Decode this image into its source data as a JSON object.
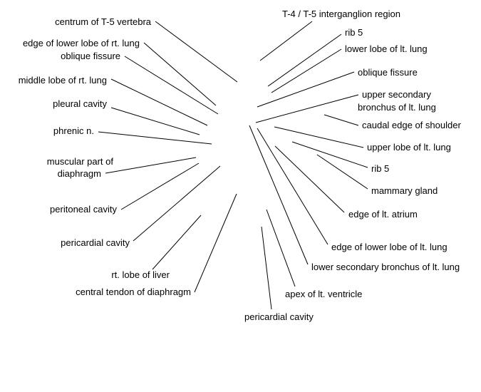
{
  "labels": {
    "centrum_t5": "centrum of T-5 vertebra",
    "edge_lower_lobe_rt_lung": "edge of lower lobe of rt. lung",
    "oblique_fissure_left": "oblique fissure",
    "middle_lobe_rt_lung": "middle lobe of rt. lung",
    "pleural_cavity": "pleural cavity",
    "phrenic_n": "phrenic n.",
    "muscular_diaphragm_line1": "muscular part of",
    "muscular_diaphragm_line2": "diaphragm",
    "peritoneal_cavity": "peritoneal cavity",
    "pericardial_cavity_left": "pericardial cavity",
    "rt_lobe_liver": "rt. lobe of liver",
    "central_tendon_diaphragm": "central tendon of diaphragm",
    "t4_t5_interganglion": "T-4 / T-5 interganglion region",
    "rib5_top": "rib 5",
    "lower_lobe_lt_lung": "lower lobe of lt. lung",
    "oblique_fissure_right": "oblique fissure",
    "upper_secondary_line1": "upper secondary",
    "upper_secondary_line2": "bronchus of lt. lung",
    "caudal_edge_shoulder": "caudal edge of shoulder",
    "upper_lobe_lt_lung": "upper lobe of lt. lung",
    "rib5_bottom": "rib 5",
    "mammary_gland": "mammary gland",
    "edge_lt_atrium": "edge of lt. atrium",
    "edge_lower_lobe_lt_lung": "edge of lower lobe of lt. lung",
    "lower_secondary_bronchus": "lower secondary bronchus of lt. lung",
    "apex_lt_ventricle": "apex of lt. ventricle",
    "pericardial_cavity_bottom": "pericardial cavity"
  }
}
